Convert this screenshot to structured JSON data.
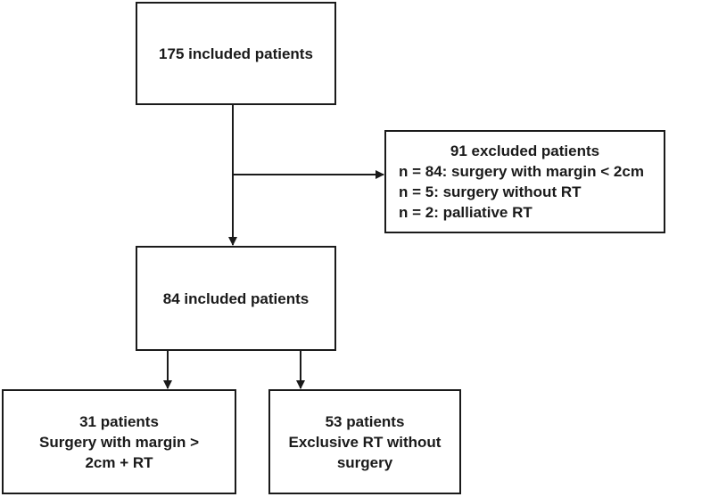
{
  "flowchart": {
    "top": {
      "label": "175 included patients"
    },
    "excluded": {
      "title": "91 excluded patients",
      "lines": [
        "n = 84: surgery with margin < 2cm",
        "n = 5: surgery without RT",
        "n = 2: palliative RT"
      ]
    },
    "middle": {
      "label": "84 included patients"
    },
    "left": {
      "lines": [
        "31 patients",
        "Surgery with margin >",
        "2cm + RT"
      ]
    },
    "right": {
      "lines": [
        "53 patients",
        "Exclusive RT without",
        "surgery"
      ]
    }
  }
}
